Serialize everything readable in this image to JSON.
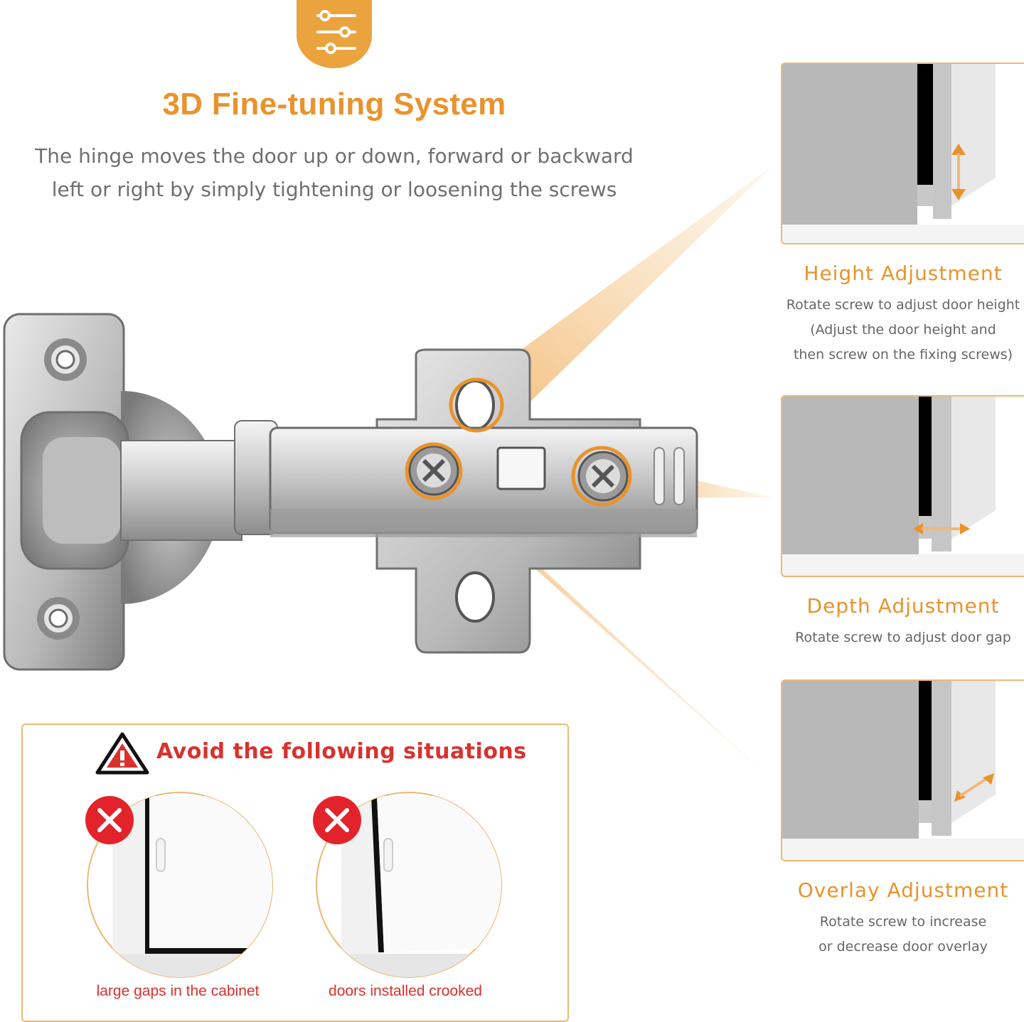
{
  "header": {
    "icon": "sliders-icon",
    "title": "3D Fine-tuning System",
    "subtitle_line1": "The hinge moves the door up or down, forward or backward",
    "subtitle_line2": "left or right by simply tightening or loosening the screws"
  },
  "accent_color": "#e8932d",
  "warning_color": "#d8322e",
  "adjustments": [
    {
      "title": "Height Adjustment",
      "desc_lines": [
        "Rotate screw to adjust door height",
        "(Adjust the door height and",
        "then screw on the fixing screws)"
      ],
      "arrow_icon": "vertical-double-arrow-icon"
    },
    {
      "title": "Depth Adjustment",
      "desc_lines": [
        "Rotate screw to adjust door gap"
      ],
      "arrow_icon": "horizontal-double-arrow-icon"
    },
    {
      "title": "Overlay Adjustment",
      "desc_lines": [
        "Rotate screw to increase",
        "or decrease door overlay"
      ],
      "arrow_icon": "diagonal-double-arrow-icon"
    }
  ],
  "warning": {
    "icon": "warning-triangle-icon",
    "title": "Avoid the following situations",
    "situations": [
      {
        "caption": "large gaps in the cabinet",
        "icon": "red-x-icon"
      },
      {
        "caption": "doors installed crooked",
        "icon": "red-x-icon"
      }
    ]
  }
}
